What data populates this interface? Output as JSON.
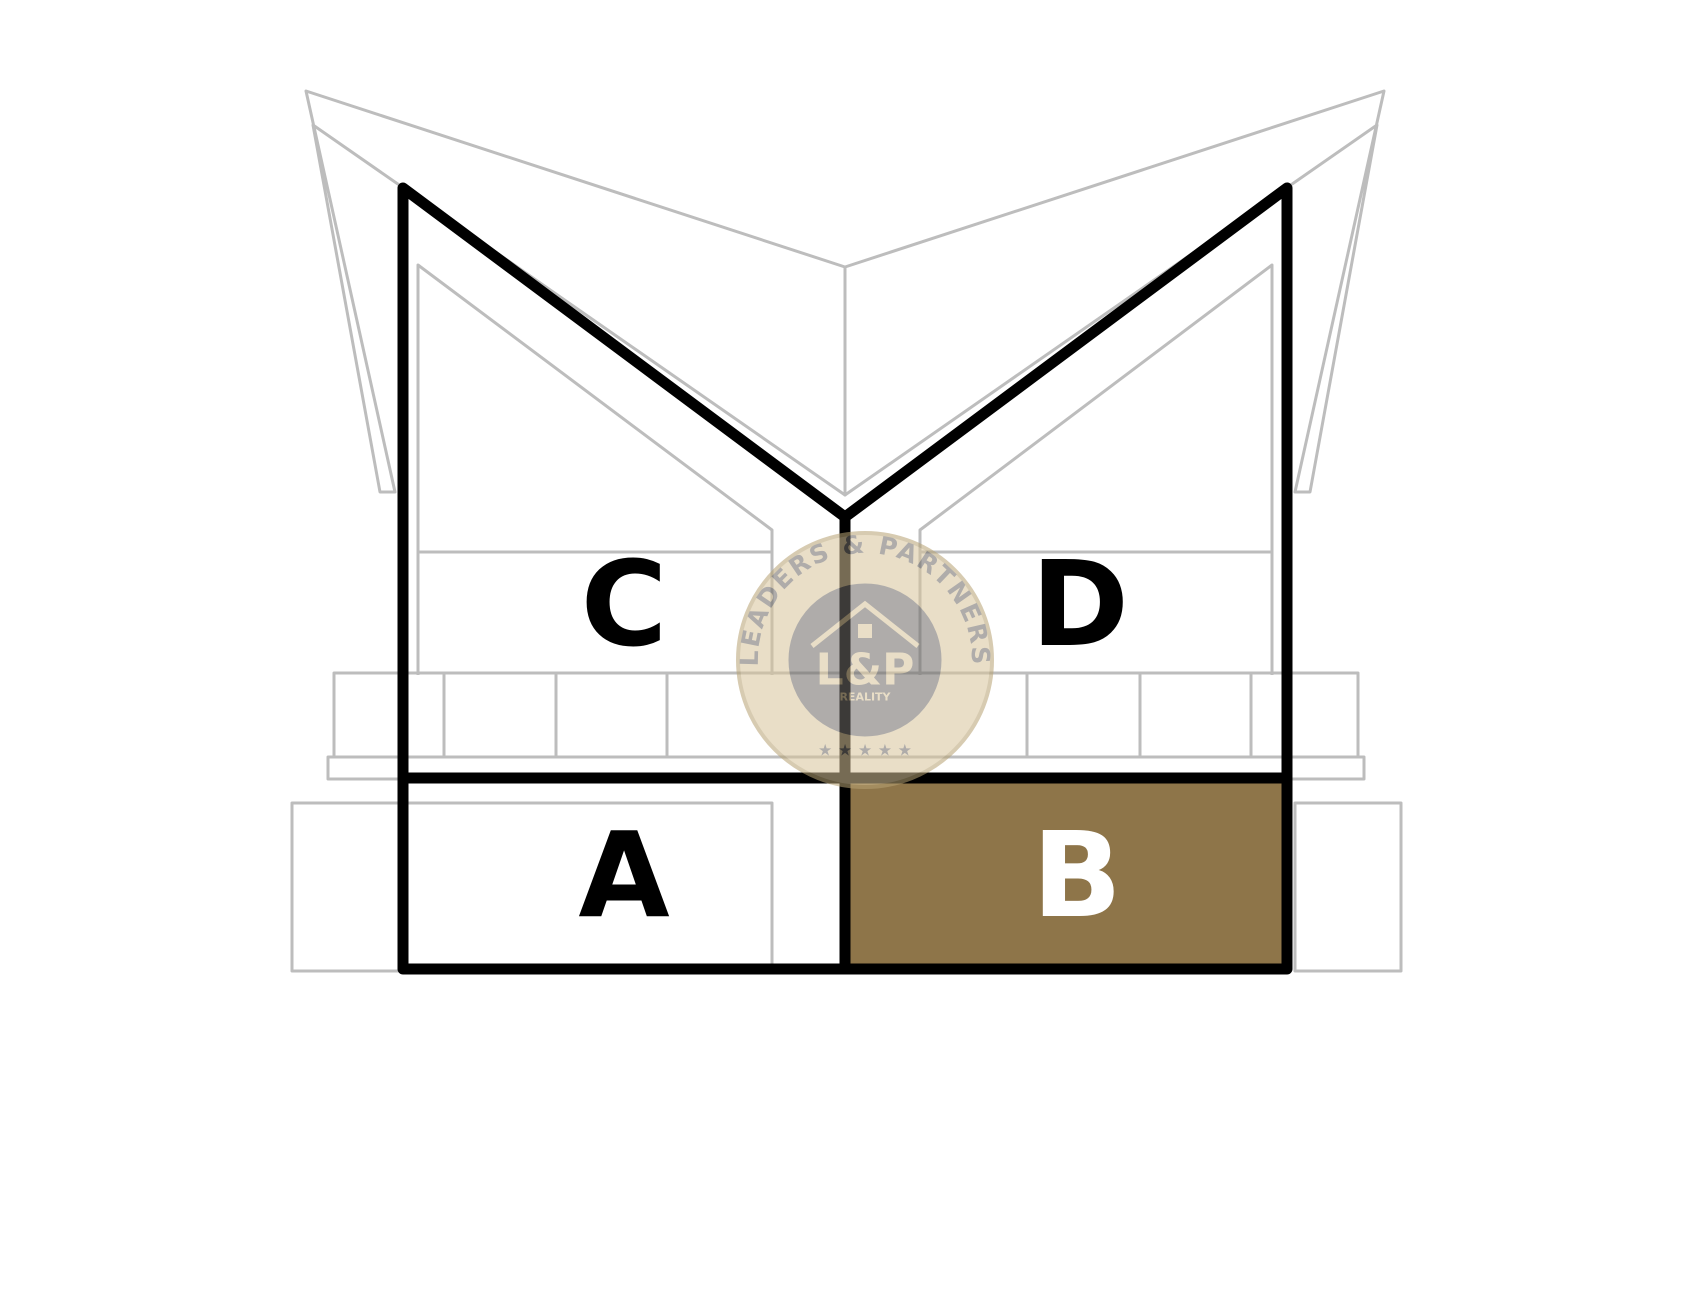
{
  "units": {
    "c": {
      "label": "C"
    },
    "d": {
      "label": "D"
    },
    "a": {
      "label": "A"
    },
    "b": {
      "label": "B"
    }
  },
  "highlighted_unit": "B",
  "colors": {
    "highlight_fill": "#8e7549",
    "highlight_text": "#ffffff",
    "outline": "#000000",
    "ghost_lines": "#bdbdbd",
    "label_text": "#000000",
    "logo_gold": "#d8c49a",
    "logo_gray": "#6e6a66"
  },
  "watermark": {
    "ring_text": "LEADERS & PARTNERS",
    "monogram": "L&P",
    "subtitle": "REALITY",
    "stars": "★ ★ ★ ★ ★"
  }
}
